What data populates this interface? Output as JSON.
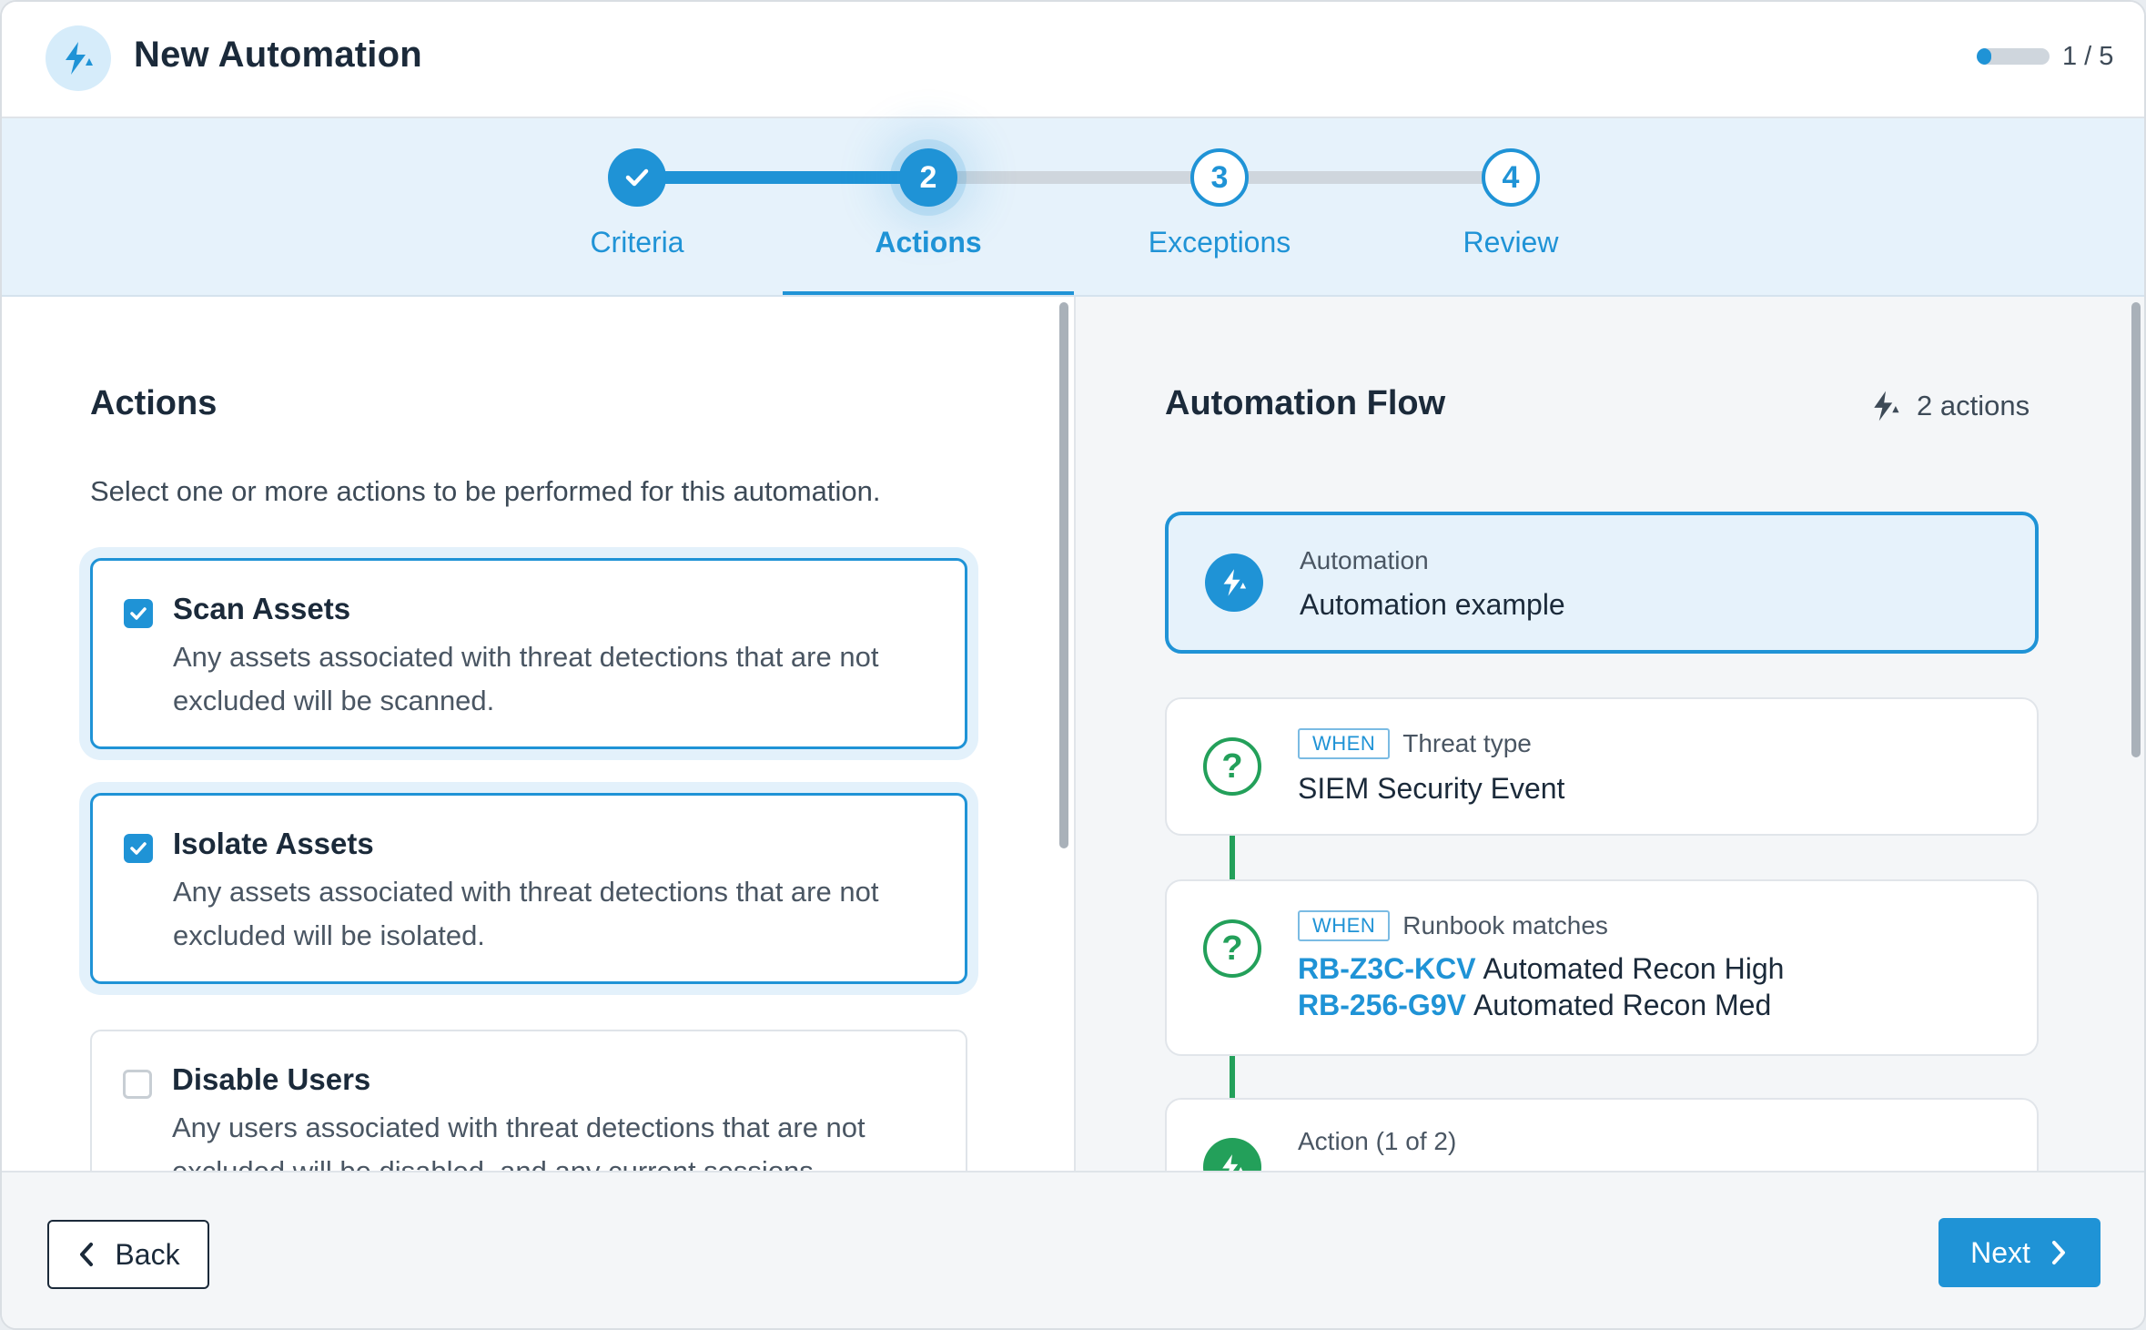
{
  "header": {
    "title": "New Automation",
    "page_count": "1 / 5",
    "progress": 0.2
  },
  "stepper": {
    "steps": [
      {
        "number": "1",
        "label": "Criteria",
        "state": "done"
      },
      {
        "number": "2",
        "label": "Actions",
        "state": "active"
      },
      {
        "number": "3",
        "label": "Exceptions",
        "state": "todo"
      },
      {
        "number": "4",
        "label": "Review",
        "state": "todo"
      }
    ]
  },
  "actions_panel": {
    "title": "Actions",
    "description": "Select one or more actions to be performed for this automation.",
    "items": [
      {
        "title": "Scan Assets",
        "description": "Any assets associated with threat detections that are not excluded will be scanned.",
        "checked": true
      },
      {
        "title": "Isolate Assets",
        "description": "Any assets associated with threat detections that are not excluded will be isolated.",
        "checked": true
      },
      {
        "title": "Disable Users",
        "description": "Any users associated with threat detections that are not excluded will be disabled, and any current sessions",
        "checked": false
      }
    ]
  },
  "flow_panel": {
    "title": "Automation Flow",
    "action_count": "2 actions",
    "automation": {
      "label": "Automation",
      "name": "Automation example"
    },
    "conditions": [
      {
        "tag": "WHEN",
        "label": "Threat type",
        "value": "SIEM Security Event"
      },
      {
        "tag": "WHEN",
        "label": "Runbook matches",
        "runbooks": [
          {
            "id": "RB-Z3C-KCV",
            "name": "Automated Recon High"
          },
          {
            "id": "RB-256-G9V",
            "name": "Automated Recon Med"
          }
        ]
      }
    ],
    "action": {
      "label": "Action (1 of 2)"
    }
  },
  "footer": {
    "back_label": "Back",
    "next_label": "Next"
  },
  "colors": {
    "accent": "#1f93d6",
    "success": "#23a05a"
  }
}
